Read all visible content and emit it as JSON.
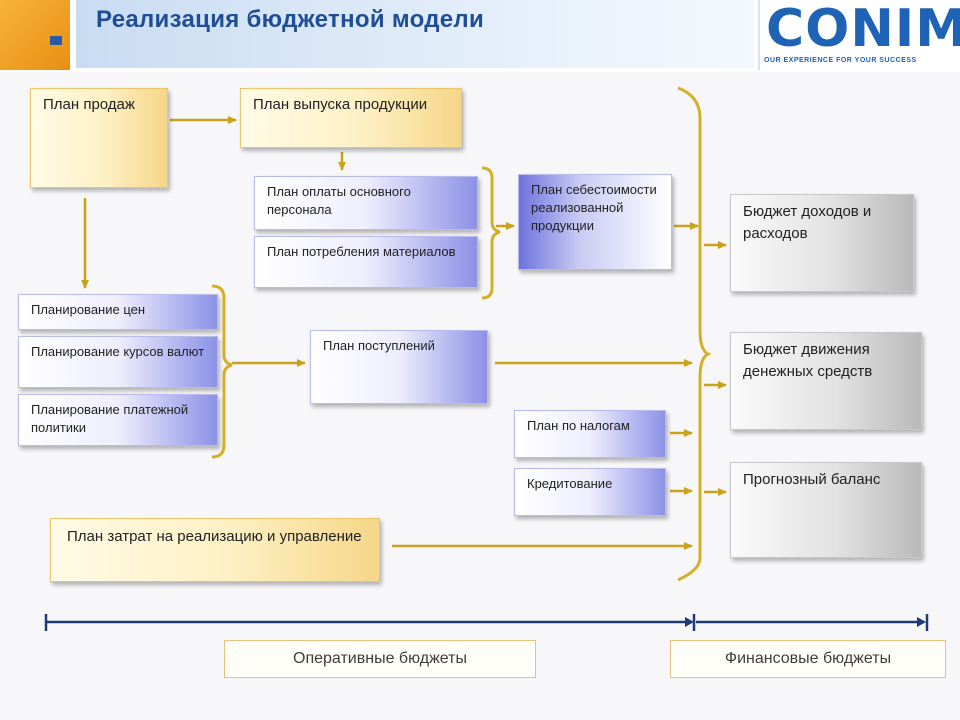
{
  "header": {
    "title": "Реализация бюджетной модели",
    "logo_text": "CONIM",
    "logo_tagline": "OUR EXPERIENCE FOR YOUR SUCCESS"
  },
  "boxes": {
    "sales_plan": "План продаж",
    "production_plan": "План выпуска продукции",
    "staff_payment_plan": "План оплаты основного персонала",
    "materials_plan": "План потребления материалов",
    "cost_plan": "План себестоимости реализованной продукции",
    "price_planning": "Планирование цен",
    "currency_planning": "Планирование курсов валют",
    "payment_policy_planning": "Планирование платежной политики",
    "receipts_plan": "План поступлений",
    "tax_plan": "План по налогам",
    "crediting": "Кредитование",
    "selling_admin_costs": "План затрат на реализацию и управление",
    "income_expense_budget": "Бюджет доходов и расходов",
    "cash_flow_budget": "Бюджет движения денежных средств",
    "forecast_balance": "Прогнозный баланс"
  },
  "footer": {
    "operational_budgets": "Оперативные бюджеты",
    "financial_budgets": "Финансовые бюджеты"
  },
  "colors": {
    "arrow": "#c9a21a",
    "bracket": "#d4b02a",
    "timeline": "#1f3b73",
    "title": "#1f4d96"
  }
}
